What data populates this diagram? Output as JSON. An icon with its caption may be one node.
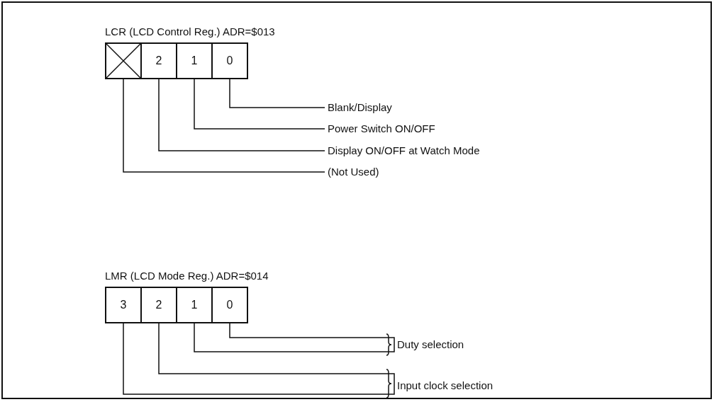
{
  "diagram": {
    "nodes": [
      {
        "text": [
          "LCR (LCD Control Reg.) ADR=$013"
        ]
      },
      {
        "text": [],
        "shape": "box",
        "in": 0
      },
      {
        "text": [
          "2"
        ],
        "in": 0
      },
      {
        "text": [
          "1"
        ],
        "in": 0
      },
      {
        "text": [
          "0"
        ],
        "in": 0
      },
      {
        "text": [
          "Blank/Display"
        ]
      },
      {
        "text": [
          "Power Switch ON/OFF"
        ]
      },
      {
        "text": [
          "Display ON/OFF at Watch Mode"
        ]
      },
      {
        "text": [
          "(Not Used)"
        ]
      },
      {
        "text": [
          "LMR (LCD Mode Reg.) ADR=$014"
        ]
      },
      {
        "text": [
          "3"
        ],
        "in": 9
      },
      {
        "text": [
          "2"
        ],
        "in": 9
      },
      {
        "text": [
          "1"
        ],
        "in": 9
      },
      {
        "text": [
          "0"
        ],
        "in": 9
      },
      {
        "text": [
          "Duty selection"
        ]
      },
      {
        "text": [
          "Input clock selection"
        ]
      }
    ],
    "edges": [
      {
        "from": 4,
        "to": 5,
        "arrow": "none"
      },
      {
        "from": 3,
        "to": 6,
        "arrow": "none"
      },
      {
        "from": 2,
        "to": 7,
        "arrow": "none"
      },
      {
        "from": 1,
        "to": 8,
        "arrow": "none"
      },
      {
        "from": 13,
        "to": 14,
        "arrow": "none"
      },
      {
        "from": 12,
        "to": 14,
        "arrow": "none"
      },
      {
        "from": 11,
        "to": 15,
        "arrow": "none"
      },
      {
        "from": 10,
        "to": 15,
        "arrow": "none"
      }
    ]
  }
}
